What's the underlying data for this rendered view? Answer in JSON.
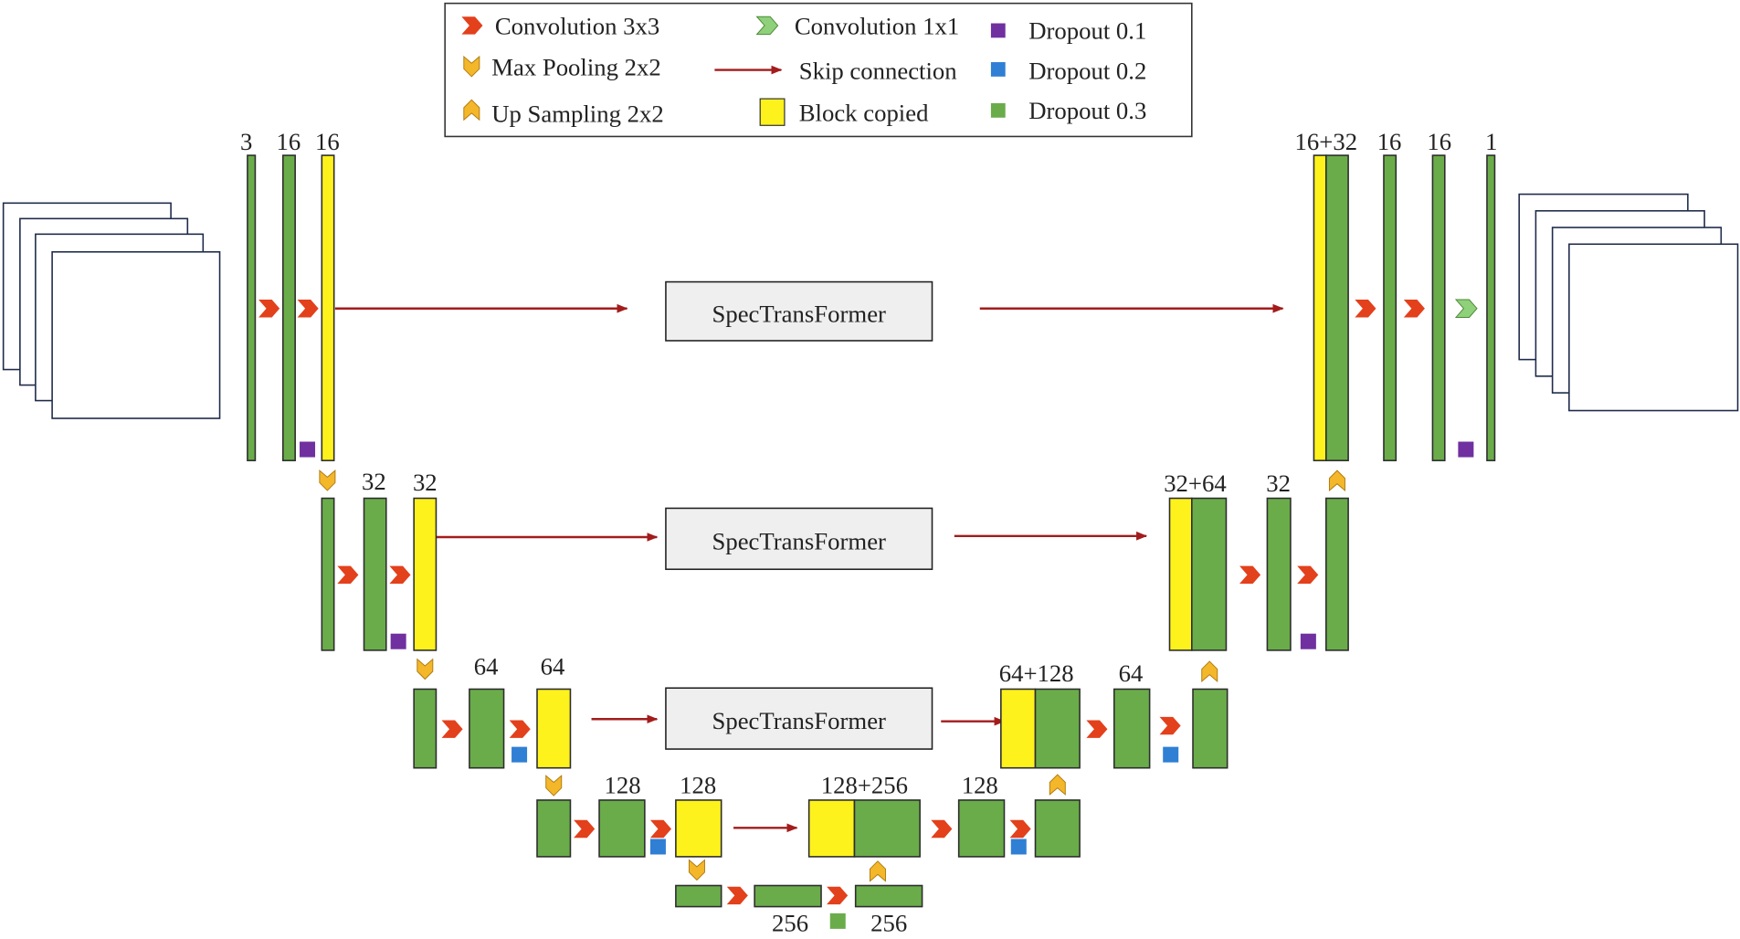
{
  "legend": {
    "items": [
      {
        "label": "Convolution 3x3",
        "icon": "conv3x3-chevron-icon"
      },
      {
        "label": "Max Pooling 2x2",
        "icon": "maxpool-chevron-down-icon"
      },
      {
        "label": "Up Sampling 2x2",
        "icon": "upsample-chevron-up-icon"
      },
      {
        "label": "Convolution 1x1",
        "icon": "conv1x1-chevron-icon"
      },
      {
        "label": "Skip connection",
        "icon": "skip-arrow-icon"
      },
      {
        "label": "Block copied",
        "icon": "block-copied-swatch-icon"
      },
      {
        "label": "Dropout 0.1",
        "icon": "dropout-0-1-square-icon"
      },
      {
        "label": "Dropout 0.2",
        "icon": "dropout-0-2-square-icon"
      },
      {
        "label": "Dropout 0.3",
        "icon": "dropout-0-3-square-icon"
      }
    ]
  },
  "transformers": [
    "SpecTransFormer",
    "SpecTransFormer",
    "SpecTransFormer"
  ],
  "labels": {
    "enc1": [
      "3",
      "16",
      "16"
    ],
    "enc2": [
      "32",
      "32"
    ],
    "enc3": [
      "64",
      "64"
    ],
    "enc4": [
      "128",
      "128"
    ],
    "bottleneck": [
      "256",
      "256"
    ],
    "dec4": [
      "128+256",
      "128"
    ],
    "dec3": [
      "64+128",
      "64"
    ],
    "dec2": [
      "32+64",
      "32"
    ],
    "dec1": [
      "16+32",
      "16",
      "16",
      "1"
    ]
  },
  "colors": {
    "block": "#6aac4a",
    "copied": "#fdf21c",
    "conv3x3": "#e3401c",
    "conv1x1": "#8fd07a",
    "pool": "#f4b72a",
    "skip": "#a31c1c",
    "dropout_0_1": "#7030a0",
    "dropout_0_2": "#2f7fd4",
    "dropout_0_3": "#6aac4a",
    "transformer_fill": "#efefef"
  }
}
